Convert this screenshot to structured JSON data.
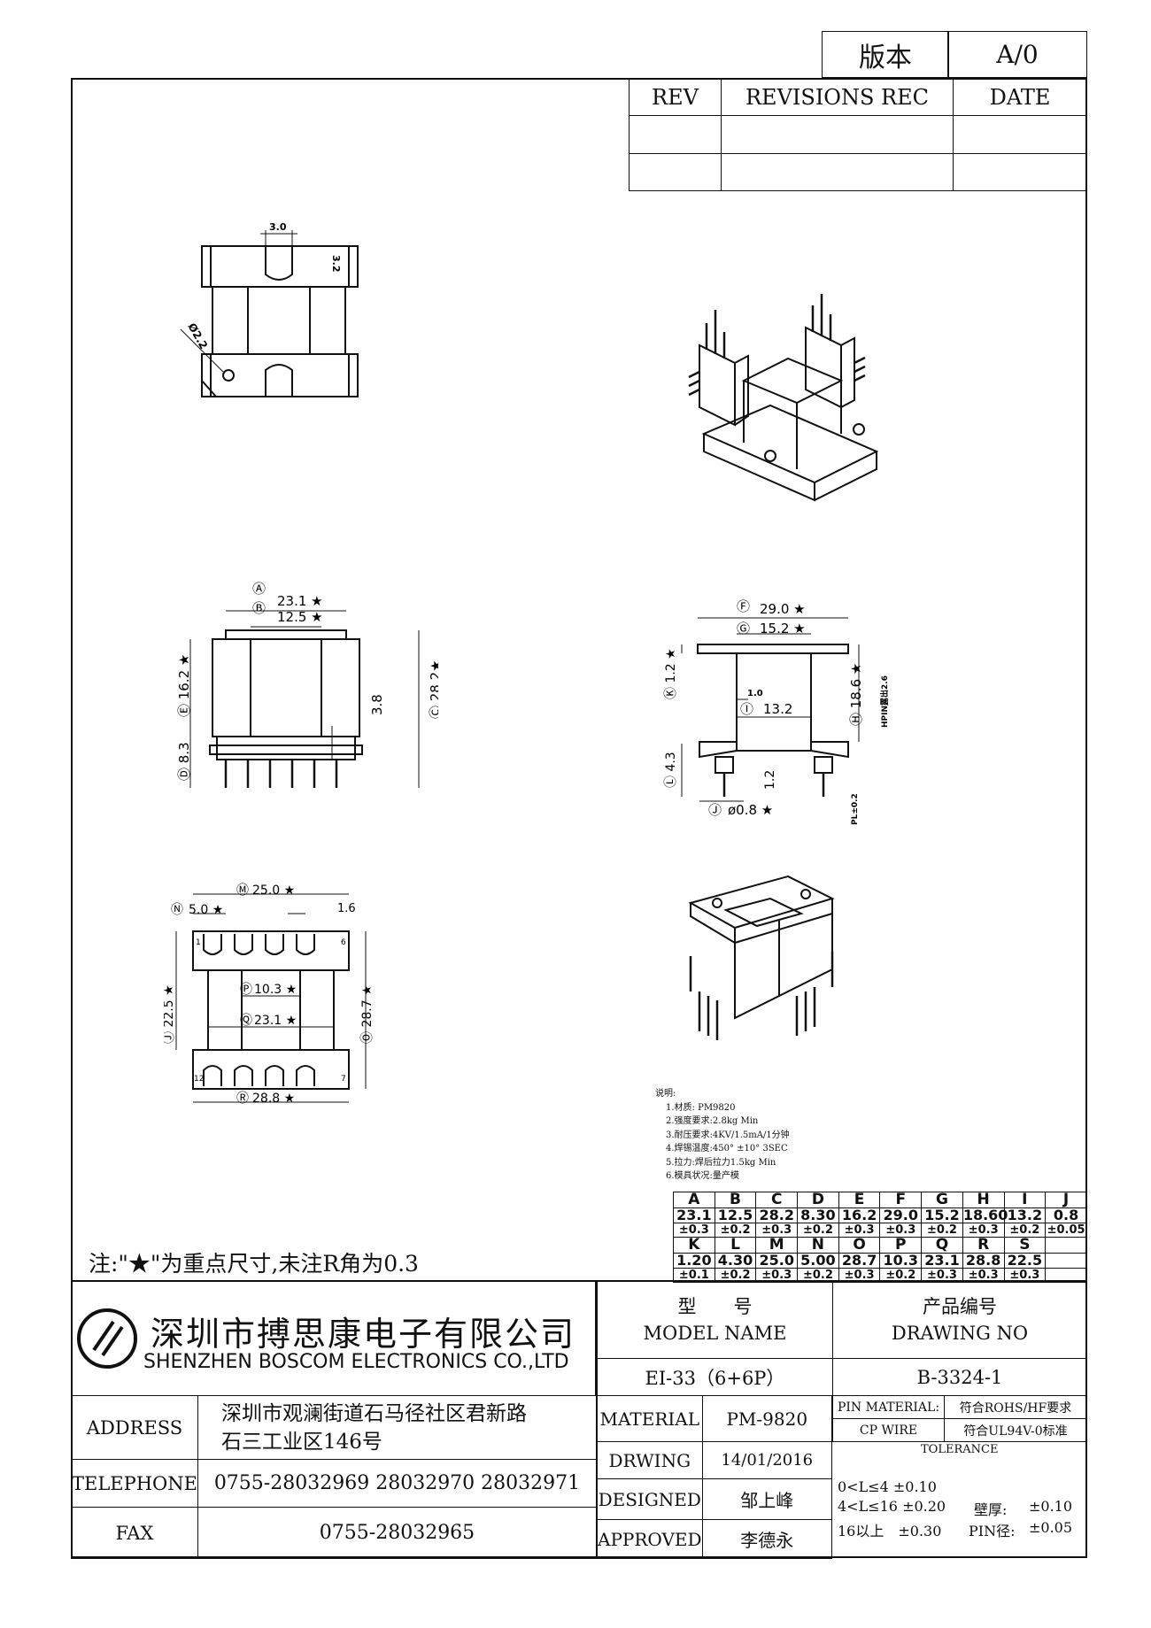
{
  "version": {
    "label": "版本",
    "value": "A/0"
  },
  "revision_table": {
    "headers": [
      "REV",
      "REVISIONS REC",
      "DATE"
    ]
  },
  "dims_top": {
    "d1": "3.0",
    "d2": "3.2",
    "d3": "Ø2.2"
  },
  "dims_front": {
    "A": "Ⓐ",
    "A_val": "23.1 ★",
    "B": "Ⓑ",
    "B_val": "12.5 ★",
    "E_val": "Ⓔ 16.2 ★",
    "D_val": "Ⓓ 8.3",
    "v38": "3.8",
    "C_val": "Ⓒ 28.2★"
  },
  "dims_side": {
    "F": "Ⓕ",
    "F_val": "29.0 ★",
    "G": "Ⓖ",
    "G_val": "15.2 ★",
    "K_val": "Ⓚ 1.2 ★",
    "I": "Ⓘ",
    "v10": "1.0",
    "v132": "13.2",
    "H_val": "Ⓗ 18.6 ★",
    "pin_h": "HPIN露出2.6",
    "L_val": "Ⓛ 4.3",
    "v12": "1.2",
    "J": "Ⓙ",
    "J_val": "ø0.8 ★",
    "pl": "PL±0.2"
  },
  "dims_bottom": {
    "M": "Ⓜ",
    "M_val": "25.0 ★",
    "N": "Ⓝ",
    "N_val": "5.0 ★",
    "v16": "1.6",
    "P": "Ⓟ",
    "P_val": "10.3 ★",
    "Q": "Ⓠ",
    "Q_val": "23.1 ★",
    "J_val": "Ⓙ 22.5 ★",
    "O_val": "Ⓞ 28.7 ★",
    "R": "Ⓡ",
    "R_val": "28.8 ★",
    "pin1": "1",
    "pin6": "6",
    "pin7": "7",
    "pin12": "12"
  },
  "notes": {
    "title": "说明:",
    "items": [
      "1.材质: PM9820",
      "2.强度要求:2.8kg Min",
      "3.耐压要求:4KV/1.5mA/1分钟",
      "4.焊锡温度:450° ±10° 3SEC",
      "5.拉力:焊后拉力1.5kg Min",
      "6.模具状况:量产模"
    ]
  },
  "dim_table": {
    "row1_headers": [
      "A",
      "B",
      "C",
      "D",
      "E",
      "F",
      "G",
      "H",
      "I",
      "J"
    ],
    "row1_values": [
      "23.1",
      "12.5",
      "28.2",
      "8.30",
      "16.2",
      "29.0",
      "15.2",
      "18.60",
      "13.2",
      "0.8"
    ],
    "row1_tols": [
      "±0.3",
      "±0.2",
      "±0.3",
      "±0.2",
      "±0.3",
      "±0.3",
      "±0.2",
      "±0.3",
      "±0.2",
      "±0.05"
    ],
    "row2_headers": [
      "K",
      "L",
      "M",
      "N",
      "O",
      "P",
      "Q",
      "R",
      "S"
    ],
    "row2_values": [
      "1.20",
      "4.30",
      "25.0",
      "5.00",
      "28.7",
      "10.3",
      "23.1",
      "28.8",
      "22.5"
    ],
    "row2_tols": [
      "±0.1",
      "±0.2",
      "±0.3",
      "±0.2",
      "±0.3",
      "±0.2",
      "±0.3",
      "±0.3",
      "±0.3"
    ]
  },
  "note_bottom": "注:\"★\"为重点尺寸,未注R角为0.3",
  "title_block": {
    "company_cn": "深圳市搏思康电子有限公司",
    "company_en": "SHENZHEN BOSCOM ELECTRONICS CO.,LTD",
    "address_label": "ADDRESS",
    "address_line1": "深圳市观澜街道石马径社区君新路",
    "address_line2": "石三工业区146号",
    "telephone_label": "TELEPHONE",
    "telephone": "0755-28032969 28032970 28032971",
    "fax_label": "FAX",
    "fax": "0755-28032965",
    "model_name_cn": "型　　号",
    "model_name_en": "MODEL NAME",
    "drawing_no_cn": "产品编号",
    "drawing_no_en": "DRAWING NO",
    "model": "EI-33（6+6P）",
    "drawing_no": "B-3324-1",
    "material_label": "MATERIAL",
    "material": "PM-9820",
    "pin_material_label": "PIN MATERIAL:",
    "pin_material": "符合ROHS/HF要求",
    "cp_wire_label": "CP WIRE",
    "cp_wire": "符合UL94V-0标准",
    "tolerance_label": "TOLERANCE",
    "drwing_label": "DRWING",
    "drwing_date": "14/01/2016",
    "designed_label": "DESIGNED",
    "designed": "邹上峰",
    "approved_label": "APPROVED",
    "approved": "李德永",
    "tol1": "0<L≤4 ±0.10",
    "tol2": "4<L≤16 ±0.20",
    "tol3": "16以上　±0.30",
    "wall_label": "壁厚:",
    "wall": "±0.10",
    "pin_dia_label": "PIN径:",
    "pin_dia": "±0.05"
  }
}
